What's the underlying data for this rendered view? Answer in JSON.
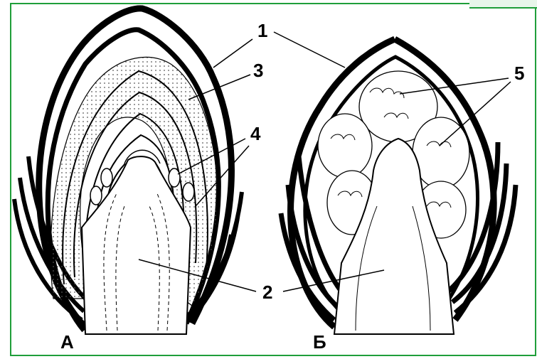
{
  "panels": {
    "left": {
      "label": "А"
    },
    "right": {
      "label": "Б"
    }
  },
  "callouts": {
    "c1": "1",
    "c2": "2",
    "c3": "3",
    "c4": "4",
    "c5": "5"
  },
  "colors": {
    "border": "#1f9e3a",
    "ink": "#000000",
    "paper": "#ffffff"
  }
}
